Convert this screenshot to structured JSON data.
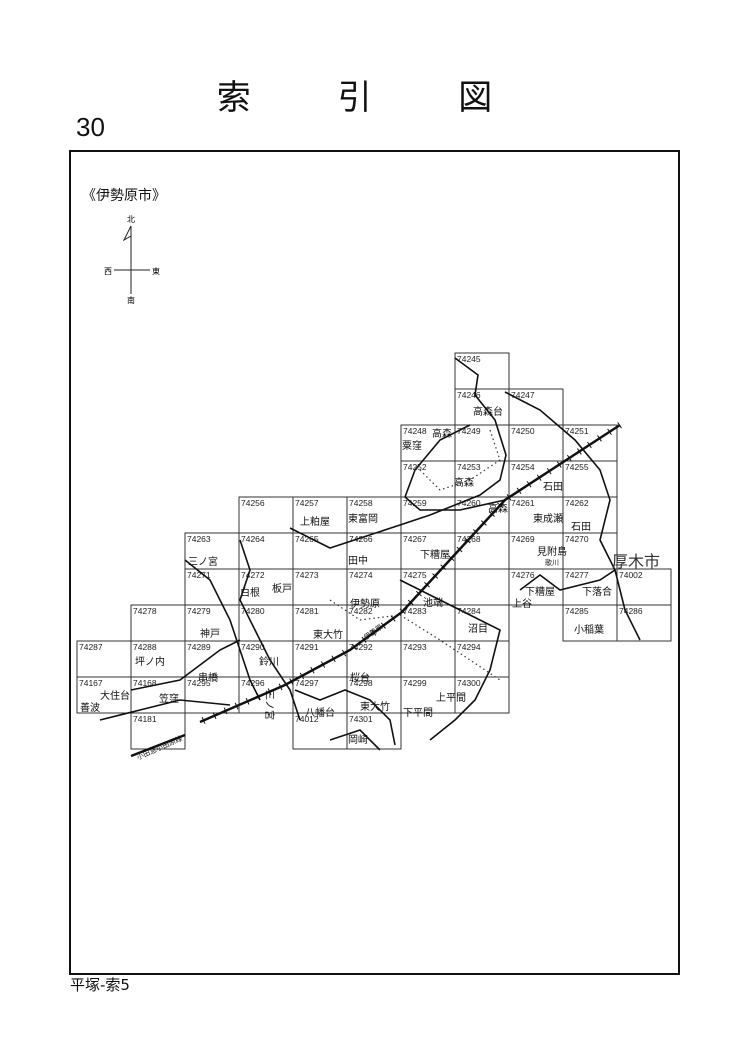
{
  "header": {
    "title": "索 引 図",
    "page_number": "30"
  },
  "footer": {
    "label": "平塚-索5"
  },
  "map": {
    "city_label": "《伊勢原市》",
    "neighbor_city": "厚木市",
    "compass": {
      "north": "北",
      "south": "南",
      "east": "東",
      "west": "西"
    },
    "railway_label": "小田急小田原線",
    "station_label": "伊勢原",
    "sheets": [
      {
        "id": "74245",
        "r": 0,
        "c": 7
      },
      {
        "id": "74246",
        "r": 1,
        "c": 7
      },
      {
        "id": "74247",
        "r": 1,
        "c": 8
      },
      {
        "id": "74248",
        "r": 2,
        "c": 6
      },
      {
        "id": "74249",
        "r": 2,
        "c": 7
      },
      {
        "id": "74250",
        "r": 2,
        "c": 8
      },
      {
        "id": "74251",
        "r": 2,
        "c": 9
      },
      {
        "id": "74252",
        "r": 3,
        "c": 6
      },
      {
        "id": "74253",
        "r": 3,
        "c": 7
      },
      {
        "id": "74254",
        "r": 3,
        "c": 8
      },
      {
        "id": "74255",
        "r": 3,
        "c": 9
      },
      {
        "id": "74256",
        "r": 4,
        "c": 3
      },
      {
        "id": "74257",
        "r": 4,
        "c": 4
      },
      {
        "id": "74258",
        "r": 4,
        "c": 5
      },
      {
        "id": "74259",
        "r": 4,
        "c": 6
      },
      {
        "id": "74260",
        "r": 4,
        "c": 7
      },
      {
        "id": "74261",
        "r": 4,
        "c": 8
      },
      {
        "id": "74262",
        "r": 4,
        "c": 9
      },
      {
        "id": "74263",
        "r": 5,
        "c": 2
      },
      {
        "id": "74264",
        "r": 5,
        "c": 3
      },
      {
        "id": "74265",
        "r": 5,
        "c": 4
      },
      {
        "id": "74266",
        "r": 5,
        "c": 5
      },
      {
        "id": "74267",
        "r": 5,
        "c": 6
      },
      {
        "id": "74268",
        "r": 5,
        "c": 7
      },
      {
        "id": "74269",
        "r": 5,
        "c": 8
      },
      {
        "id": "74270",
        "r": 5,
        "c": 9
      },
      {
        "id": "74271",
        "r": 6,
        "c": 2
      },
      {
        "id": "74272",
        "r": 6,
        "c": 3
      },
      {
        "id": "74273",
        "r": 6,
        "c": 4
      },
      {
        "id": "74274",
        "r": 6,
        "c": 5
      },
      {
        "id": "74275",
        "r": 6,
        "c": 6
      },
      {
        "id": "",
        "r": 6,
        "c": 7
      },
      {
        "id": "74276",
        "r": 6,
        "c": 8
      },
      {
        "id": "74277",
        "r": 6,
        "c": 9
      },
      {
        "id": "74002",
        "r": 6,
        "c": 10
      },
      {
        "id": "74278",
        "r": 7,
        "c": 1
      },
      {
        "id": "74279",
        "r": 7,
        "c": 2
      },
      {
        "id": "74280",
        "r": 7,
        "c": 3
      },
      {
        "id": "74281",
        "r": 7,
        "c": 4
      },
      {
        "id": "74282",
        "r": 7,
        "c": 5
      },
      {
        "id": "74283",
        "r": 7,
        "c": 6
      },
      {
        "id": "74284",
        "r": 7,
        "c": 7
      },
      {
        "id": "74285",
        "r": 7,
        "c": 9
      },
      {
        "id": "74286",
        "r": 7,
        "c": 10
      },
      {
        "id": "74287",
        "r": 8,
        "c": 0
      },
      {
        "id": "74288",
        "r": 8,
        "c": 1
      },
      {
        "id": "74289",
        "r": 8,
        "c": 2
      },
      {
        "id": "74290",
        "r": 8,
        "c": 3
      },
      {
        "id": "74291",
        "r": 8,
        "c": 4
      },
      {
        "id": "74292",
        "r": 8,
        "c": 5
      },
      {
        "id": "74293",
        "r": 8,
        "c": 6
      },
      {
        "id": "74294",
        "r": 8,
        "c": 7
      },
      {
        "id": "74167",
        "r": 9,
        "c": 0
      },
      {
        "id": "74168",
        "r": 9,
        "c": 1
      },
      {
        "id": "74295",
        "r": 9,
        "c": 2
      },
      {
        "id": "74296",
        "r": 9,
        "c": 3
      },
      {
        "id": "74297",
        "r": 9,
        "c": 4
      },
      {
        "id": "74298",
        "r": 9,
        "c": 5
      },
      {
        "id": "74299",
        "r": 9,
        "c": 6
      },
      {
        "id": "74300",
        "r": 9,
        "c": 7
      },
      {
        "id": "74181",
        "r": 10,
        "c": 1
      },
      {
        "id": "74012",
        "r": 10,
        "c": 4
      },
      {
        "id": "74301",
        "r": 10,
        "c": 5
      }
    ],
    "places": [
      "高森台",
      "粟窪",
      "高森",
      "高森",
      "高森",
      "石田",
      "石田",
      "東成瀬",
      "上粕屋",
      "東富岡",
      "三ノ宮",
      "田中",
      "下糟屋",
      "見附島",
      "白根",
      "板戸",
      "伊勢原",
      "池端",
      "下糟屋",
      "上谷",
      "下落合",
      "神戸",
      "東大竹",
      "沼目",
      "小稲葉",
      "坪ノ内",
      "鈴川",
      "串橋",
      "桜台",
      "大住台",
      "善波",
      "笠窪",
      "三ノ宮",
      "八幡台",
      "東大竹",
      "下平間",
      "上平間",
      "岡崎"
    ],
    "small_places": [
      "歌川"
    ]
  }
}
